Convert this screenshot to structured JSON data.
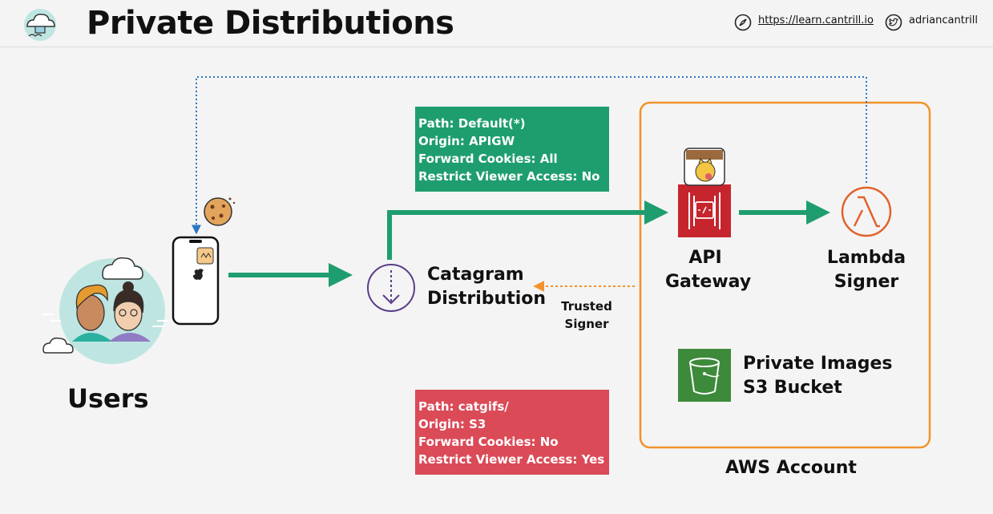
{
  "header": {
    "title": "Private Distributions",
    "site_url": "https://learn.cantrill.io",
    "twitter_handle": "adriancantrill"
  },
  "diagram": {
    "users_label": "Users",
    "distribution": {
      "line1": "Catagram",
      "line2": "Distribution"
    },
    "api_gateway": {
      "line1": "API",
      "line2": "Gateway"
    },
    "lambda": {
      "line1": "Lambda",
      "line2": "Signer"
    },
    "s3": {
      "line1": "Private Images",
      "line2": "S3 Bucket"
    },
    "trusted_signer": {
      "line1": "Trusted",
      "line2": "Signer"
    },
    "aws_account_label": "AWS Account",
    "behavior_default": {
      "path": "Path: Default(*)",
      "origin": "Origin: APIGW",
      "cookies": "Forward Cookies: All",
      "restrict": "Restrict Viewer Access: No"
    },
    "behavior_catgifs": {
      "path": "Path: catgifs/",
      "origin": "Origin: S3",
      "cookies": "Forward Cookies: No",
      "restrict": "Restrict Viewer Access: Yes"
    }
  },
  "colors": {
    "green_arrow": "#1e9e6e",
    "orange_border": "#f0932b",
    "blue_dotted": "#2a78c2",
    "default_box": "#1e9e6e",
    "catgifs_box": "#db4a57",
    "api_gateway": "#c7252d",
    "lambda": "#e2622a",
    "s3": "#3d8a3a",
    "distribution_icon": "#5a3d8a"
  }
}
